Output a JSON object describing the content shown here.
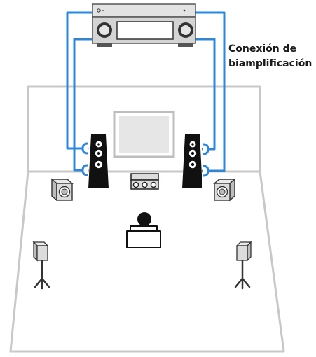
{
  "annotation": {
    "line1": "Conexión de",
    "line2": "biamplificación"
  },
  "colors": {
    "cable": "#2f86d6",
    "room_line": "#c8c8c8",
    "speaker_dark": "#111111",
    "unit_grey": "#d9d9d9"
  },
  "components": [
    {
      "name": "av-receiver",
      "icon": "receiver-icon"
    },
    {
      "name": "tv-screen",
      "icon": "tv-icon"
    },
    {
      "name": "front-left-speaker",
      "icon": "tower-speaker-icon"
    },
    {
      "name": "front-right-speaker",
      "icon": "tower-speaker-icon"
    },
    {
      "name": "center-speaker",
      "icon": "center-speaker-icon"
    },
    {
      "name": "front-left-small-speaker",
      "icon": "bookshelf-speaker-icon"
    },
    {
      "name": "front-right-small-speaker",
      "icon": "bookshelf-speaker-icon"
    },
    {
      "name": "surround-left-speaker",
      "icon": "stand-speaker-icon"
    },
    {
      "name": "surround-right-speaker",
      "icon": "stand-speaker-icon"
    },
    {
      "name": "listener",
      "icon": "listener-icon"
    }
  ]
}
